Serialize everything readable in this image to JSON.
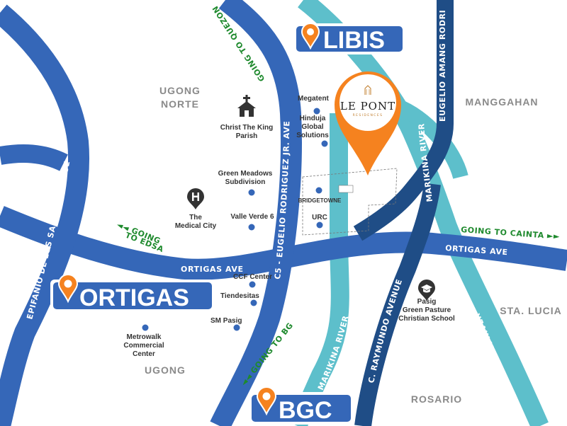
{
  "colors": {
    "road": "#3567b8",
    "road_dark": "#1f4d86",
    "river": "#5dbfcb",
    "poi": "#3567b8",
    "pin": "#f5821f",
    "going": "#1f8a2e",
    "area": "#8a8a8a"
  },
  "districts": [
    {
      "name": "LIBIS",
      "icon": "location-pin-icon"
    },
    {
      "name": "ORTIGAS",
      "icon": "location-pin-icon"
    },
    {
      "name": "BGC",
      "icon": "location-pin-icon"
    }
  ],
  "roads": {
    "edsa": "EPIFANIO DE LOS SANTOS AVENUE",
    "c5": "C5 - EUGELIO RODRIGUEZ JR. AVE",
    "ortigas_left": "ORTIGAS AVE",
    "ortigas_right": "ORTIGAS AVE",
    "amang": "EUGELIO AMANG RODRIGUEZ",
    "raymundo": "C. RAYMUNDO AVENUE"
  },
  "rivers": {
    "marikina_top": "MARIKINA RIVER",
    "marikina_mid": "MARIKINA RIVER",
    "marikina_right": "MARIKINA RIVER"
  },
  "areas": {
    "ugong_norte_1": "UGONG",
    "ugong_norte_2": "NORTE",
    "manggahan": "MANGGAHAN",
    "sta_lucia": "STA. LUCIA",
    "ugong": "UGONG",
    "rosario": "ROSARIO"
  },
  "directions": {
    "quezon": "GOING TO QUEZON CITY",
    "edsa_1": "◄◄ GOING",
    "edsa_2": "TO EDSA",
    "cainta": "GOING TO CAINTA ►►",
    "bgc": "◄◄ GOING TO BGC"
  },
  "pois": {
    "megatent": "Megatent",
    "christ_1": "Christ The King",
    "christ_2": "Parish",
    "hinduja_1": "Hinduja",
    "hinduja_2": "Global",
    "hinduja_3": "Solutions",
    "green_1": "Green Meadows",
    "green_2": "Subdivision",
    "bridgetowne": "BRIDGETOWNE",
    "medical_1": "The",
    "medical_2": "Medical City",
    "valle": "Valle Verde 6",
    "urc": "URC",
    "ccf": "CCF Center",
    "tiendesitas": "Tiendesitas",
    "sm": "SM Pasig",
    "metrowalk_1": "Metrowalk",
    "metrowalk_2": "Commercial",
    "metrowalk_3": "Center",
    "pasig_1": "Pasig",
    "pasig_2": "Green Pasture",
    "pasig_3": "Christian School"
  },
  "brand": {
    "name": "LE PONT",
    "sub": "RESIDENCES"
  }
}
